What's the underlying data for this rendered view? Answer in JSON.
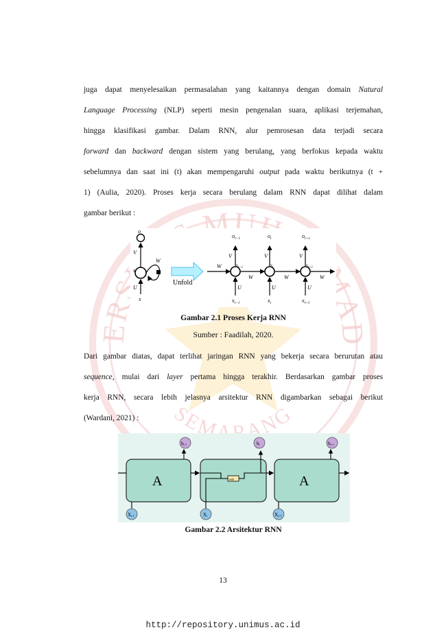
{
  "watermark": {
    "text_top": "UNIVERSITAS MUHAMMADIYAH",
    "text_bottom": "SEMARANG",
    "colors": {
      "ring": "#f3c9c9",
      "fill": "#fbe6b5"
    }
  },
  "paragraph1": {
    "lines": [
      [
        "juga dapat menyelesaikan permasalahan yang kaitannya dengan domain ",
        {
          "i": "Natural"
        }
      ],
      [
        {
          "i": "Language Processing"
        },
        " (NLP) seperti mesin pengenalan suara, aplikasi terjemahan,"
      ],
      [
        "hingga klasifikasi gambar. Dalam RNN, alur pemrosesan data terjadi secara"
      ],
      [
        {
          "i": "forward"
        },
        " dan ",
        {
          "i": "backward"
        },
        " dengan sistem yang berulang, yang berfokus kepada waktu"
      ],
      [
        "sebelumnya dan saat ini (t) akan mempengaruhi ",
        {
          "i": "output"
        },
        " pada waktu berikutnya (t +"
      ],
      [
        "1) (Aulia, 2020). Proses kerja secara berulang dalam RNN dapat dilihat dalam"
      ],
      [
        "gambar berikut :"
      ]
    ]
  },
  "figure1": {
    "caption": "Gambar 2.1 Proses Kerja RNN",
    "source": "Sumber : Faadilah, 2020.",
    "labels": {
      "o": "o",
      "s": "s",
      "x": "x",
      "V": "V",
      "W": "W",
      "U": "U",
      "unfold": "Unfold",
      "o_prev": "o",
      "o_prev_sub": "t−1",
      "o_cur": "o",
      "o_cur_sub": "t",
      "o_next": "o",
      "o_next_sub": "t+1",
      "s_prev": "s",
      "s_prev_sub": "t−1",
      "s_cur": "s",
      "s_cur_sub": "t",
      "s_next": "s",
      "s_next_sub": "t+1",
      "x_prev": "x",
      "x_prev_sub": "t−1",
      "x_cur": "x",
      "x_cur_sub": "t",
      "x_next": "x",
      "x_next_sub": "t+1"
    },
    "colors": {
      "arrow_fill": "#b7f1ff",
      "arrow_stroke": "#4fc4e6"
    }
  },
  "paragraph2": {
    "lines": [
      [
        "Dari gambar diatas, dapat terlihat jaringan RNN yang bekerja secara berurutan atau"
      ],
      [
        {
          "i": "sequence"
        },
        ", mulai dari ",
        {
          "i": "layer"
        },
        " pertama hingga terakhir. Berdasarkan gambar proses"
      ],
      [
        "kerja RNN, secara lebih jelasnya arsitektur RNN digambarkan sebagai berikut"
      ],
      [
        "(Wardani, 2021) :"
      ]
    ]
  },
  "figure2": {
    "caption": "Gambar 2.2 Arsitektur RNN",
    "cell_label_left": "A",
    "cell_label_right": "A",
    "tanh_label": "tanh",
    "h_prev": "h",
    "h_prev_sub": "t-1",
    "h_cur": "h",
    "h_cur_sub": "t",
    "h_next": "h",
    "h_next_sub": "t+1",
    "x_prev": "X",
    "x_prev_sub": "t-1",
    "x_cur": "X",
    "x_cur_sub": "t",
    "x_next": "X",
    "x_next_sub": "t+1",
    "colors": {
      "background": "#e6f4f1",
      "cell": "#a9dccc",
      "cell_stroke": "#2a2a2a",
      "h_node": "#c5a7d9",
      "x_node": "#8fc3e6"
    }
  },
  "page_number": "13",
  "footer": "http://repository.unimus.ac.id"
}
